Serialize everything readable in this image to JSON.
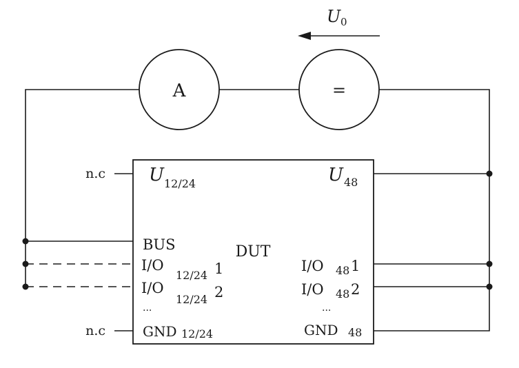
{
  "voltage_arrow": {
    "symbol": "U",
    "subscript": "0"
  },
  "ammeter": {
    "label": "A"
  },
  "source": {
    "label": "="
  },
  "dut": {
    "label": "DUT",
    "left_top": {
      "symbol": "U",
      "subscript": "12/24"
    },
    "right_top": {
      "symbol": "U",
      "subscript": "48"
    },
    "left_pins": {
      "bus": "BUS",
      "io1": {
        "prefix": "I/O",
        "subscript": "12/24",
        "suffix": "1"
      },
      "io2": {
        "prefix": "I/O",
        "subscript": "12/24",
        "suffix": "2"
      },
      "more": "...",
      "gnd": {
        "prefix": "GND",
        "subscript": "12/24"
      }
    },
    "right_pins": {
      "io1": {
        "prefix": "I/O",
        "subscript": "48",
        "suffix": "1"
      },
      "io2": {
        "prefix": "I/O",
        "subscript": "48",
        "suffix": "2"
      },
      "more": "...",
      "gnd": {
        "prefix": "GND",
        "subscript": "48"
      }
    }
  },
  "nc_labels": {
    "top": "n.c",
    "bottom": "n.c"
  }
}
